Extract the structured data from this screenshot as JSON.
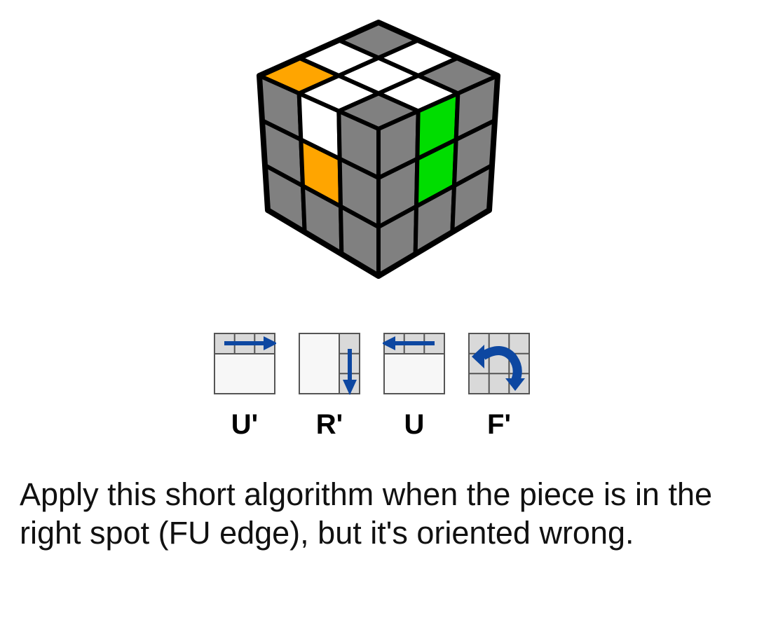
{
  "cube": {
    "colors": {
      "gray": "#808080",
      "white": "#ffffff",
      "orange": "#ffa500",
      "green": "#00dd00",
      "outline": "#000000"
    },
    "top_face": [
      [
        "gray",
        "white",
        "gray"
      ],
      [
        "white",
        "white",
        "white"
      ],
      [
        "orange",
        "white",
        "gray"
      ]
    ],
    "left_face": [
      [
        "gray",
        "white",
        "gray"
      ],
      [
        "gray",
        "orange",
        "gray"
      ],
      [
        "gray",
        "gray",
        "gray"
      ]
    ],
    "right_face": [
      [
        "gray",
        "green",
        "gray"
      ],
      [
        "gray",
        "green",
        "gray"
      ],
      [
        "gray",
        "gray",
        "gray"
      ]
    ]
  },
  "algorithm": {
    "arrow_color": "#0d47a1",
    "moves": [
      {
        "label": "U'",
        "icon": "u-prime-arrow-icon"
      },
      {
        "label": "R'",
        "icon": "r-prime-arrow-icon"
      },
      {
        "label": "U",
        "icon": "u-arrow-icon"
      },
      {
        "label": "F'",
        "icon": "f-prime-arrow-icon"
      }
    ]
  },
  "caption": "Apply this short algorithm when the piece is in the right spot (FU edge), but it's oriented wrong."
}
